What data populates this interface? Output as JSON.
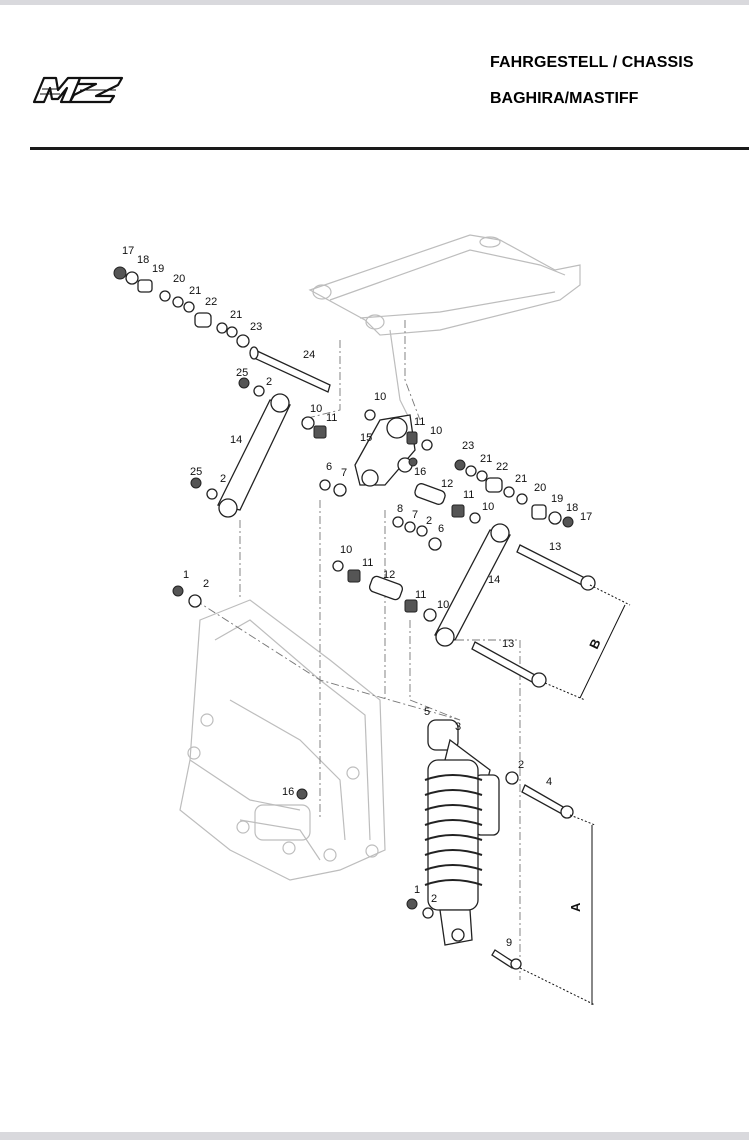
{
  "header": {
    "brand_logo": "MZ",
    "title_line1": "FAHRGESTELL / CHASSIS",
    "title_line2": "BAGHIRA/MASTIFF"
  },
  "diagram": {
    "part_numbers": [
      "1",
      "2",
      "3",
      "4",
      "5",
      "6",
      "7",
      "8",
      "9",
      "10",
      "11",
      "12",
      "13",
      "14",
      "15",
      "16",
      "17",
      "18",
      "19",
      "20",
      "21",
      "22",
      "23",
      "24",
      "25"
    ],
    "dimension_labels": [
      "A",
      "B"
    ]
  }
}
